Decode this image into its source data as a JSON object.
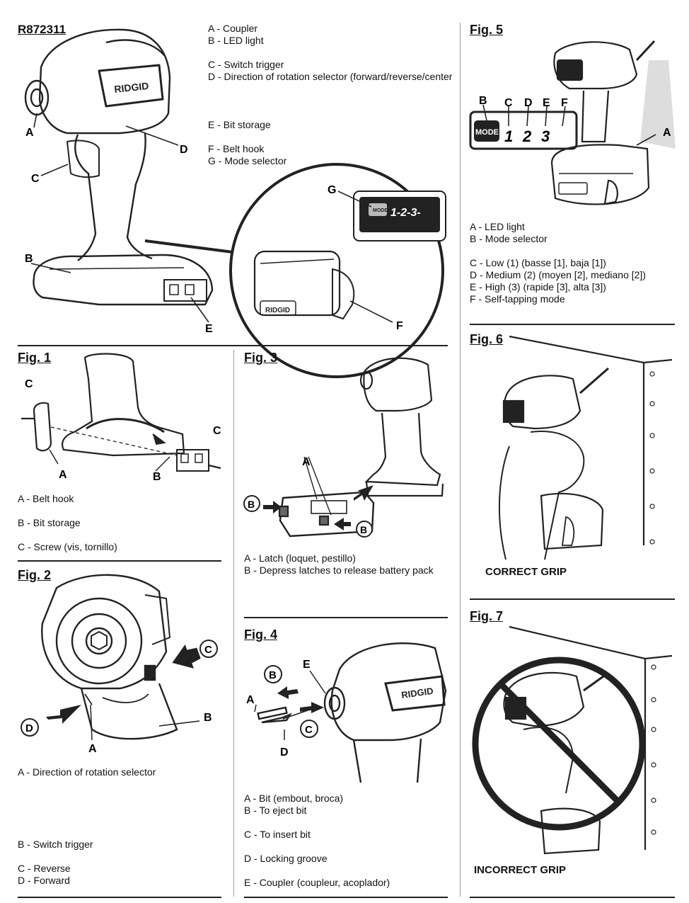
{
  "model": "R872311",
  "main": {
    "legend": [
      "A - Coupler",
      "B - LED  light",
      "C - Switch trigger",
      "D - Direction of rotation selector (forward/reverse/center",
      "E - Bit  storage",
      "F - Belt hook",
      "G - Mode  selector"
    ],
    "callouts": [
      "A",
      "B",
      "C",
      "D",
      "E",
      "F",
      "G"
    ],
    "brand": "RIDGID",
    "mode_label": "MODE",
    "mode_speeds": "1-2-3-"
  },
  "fig1": {
    "title": "Fig. 1",
    "callouts": [
      "C",
      "C",
      "A",
      "B"
    ],
    "legend": [
      "A - Belt  hook",
      "B - Bit      storage",
      "C - Screw (vis, tornillo)"
    ]
  },
  "fig2": {
    "title": "Fig. 2",
    "callouts": [
      "C",
      "D",
      "A",
      "B"
    ],
    "legend": [
      "A - Direction    of    rotation    selector",
      "B - Switch      trigger",
      "C - Reverse",
      "D - Forward"
    ]
  },
  "fig3": {
    "title": "Fig. 3",
    "callouts": [
      "A",
      "B",
      "B"
    ],
    "legend": [
      "A - Latch (loquet, pestillo)",
      "B - Depress latches to release battery pack"
    ]
  },
  "fig4": {
    "title": "Fig. 4",
    "callouts": [
      "B",
      "E",
      "A",
      "C",
      "D"
    ],
    "legend": [
      "A - Bit (embout, broca)",
      "B - To  eject  bit",
      "C - To  insert  bit",
      "D - Locking   groove",
      "E - Coupler (coupleur, acoplador)"
    ]
  },
  "fig5": {
    "title": "Fig. 5",
    "callouts": [
      "B",
      "C",
      "D",
      "E",
      "F",
      "A"
    ],
    "mode_label": "MODE",
    "speeds": [
      "1",
      "2",
      "3"
    ],
    "legend": [
      "A - LED light",
      "B - Mode selector",
      "C - Low (1) (basse [1], baja [1])",
      "D - Medium (2) (moyen [2], mediano [2])",
      "E - High (3) (rapide [3], alta [3])",
      "F - Self-tapping mode"
    ]
  },
  "fig6": {
    "title": "Fig. 6",
    "caption": "CORRECT GRIP"
  },
  "fig7": {
    "title": "Fig. 7",
    "caption": "INCORRECT GRIP"
  }
}
